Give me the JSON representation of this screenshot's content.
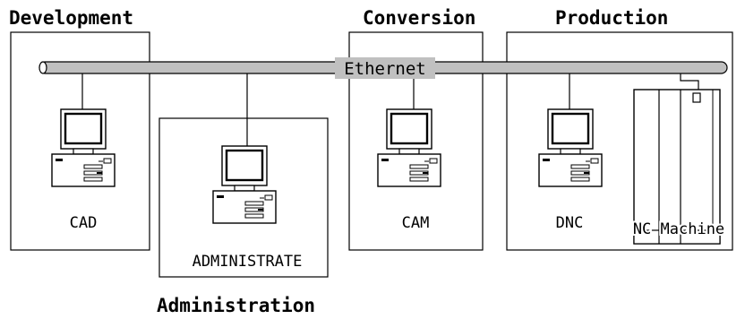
{
  "zones": {
    "development": "Development",
    "conversion": "Conversion",
    "production": "Production",
    "administration": "Administration"
  },
  "network": {
    "label": "Ethernet",
    "color": "#c0c0c0"
  },
  "nodes": {
    "cad": "CAD",
    "administrate": "ADMINISTRATE",
    "cam": "CAM",
    "dnc": "DNC",
    "nc_machine": "NC Machine"
  },
  "icons": [
    "computer-icon",
    "nc-machine-icon"
  ]
}
